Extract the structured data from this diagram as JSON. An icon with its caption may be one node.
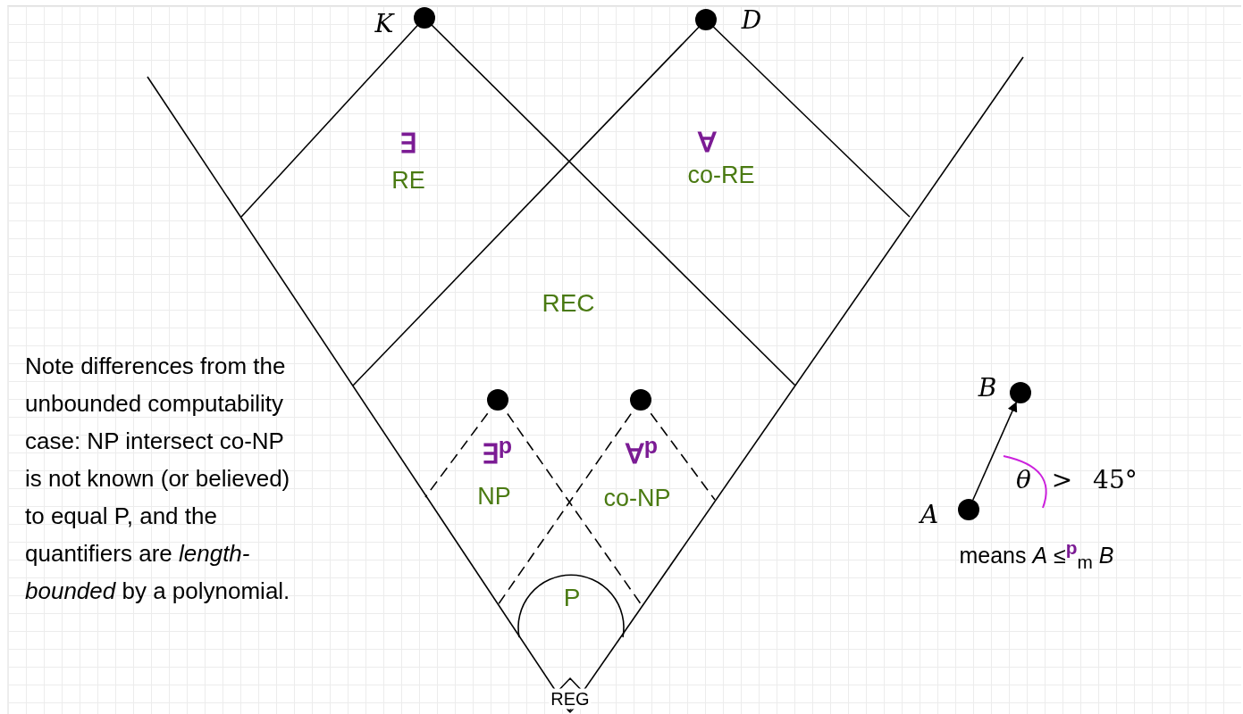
{
  "diagram": {
    "nodes": [
      {
        "text": [],
        "shape": "circle",
        "beside": [
          "K"
        ]
      },
      {
        "text": [],
        "shape": "circle",
        "beside": [
          "D"
        ]
      },
      {
        "text": [
          "P"
        ]
      },
      {
        "text": [
          "REG"
        ]
      },
      {
        "text": [],
        "shape": "circle"
      },
      {
        "text": [],
        "shape": "circle"
      },
      {
        "text": [],
        "shape": "circle",
        "beside": [
          "B"
        ]
      },
      {
        "text": [],
        "shape": "circle",
        "beside": [
          "A"
        ]
      }
    ],
    "edges": [
      {
        "from": 7,
        "to": 6,
        "arrow": "to"
      }
    ],
    "labels": [
      "∃",
      "RE",
      "∀",
      "co-RE",
      "REC",
      "∃$^{p}$",
      "NP",
      "∀$^{p}$",
      "co-NP",
      "Note differences from the unbounded computability case: NP intersect co-NP is not known (or believed) to equal P, and the quantifiers are *length-bounded* by a polynomial.",
      "*θ* > 45°",
      "means *A* ≤$^{p}$$_{m}$ *B*"
    ]
  }
}
